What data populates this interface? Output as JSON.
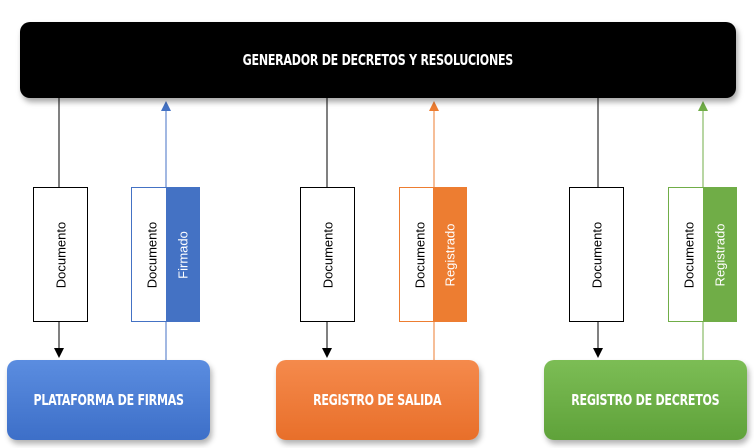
{
  "title": "GENERADOR DE DECRETOS Y RESOLUCIONES",
  "destinations": [
    {
      "label": "PLATAFORMA DE FIRMAS",
      "color": "#4472C4"
    },
    {
      "label": "REGISTRO DE SALIDA",
      "color": "#ED7D31"
    },
    {
      "label": "REGISTRO DE DECRETOS",
      "color": "#70AD47"
    }
  ],
  "documents": {
    "outgoing": [
      "Documento",
      "Documento",
      "Documento"
    ],
    "returning": [
      "Documento",
      "Documento",
      "Documento"
    ],
    "stamps": [
      "Firmado",
      "Registrado",
      "Registrado"
    ]
  }
}
